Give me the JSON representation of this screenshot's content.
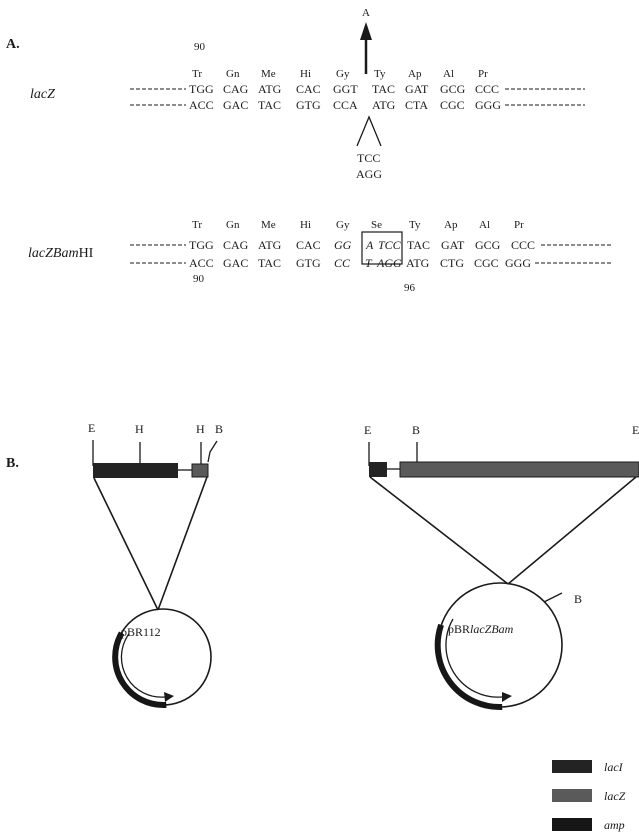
{
  "panel_a": {
    "label": "A.",
    "position_top": "90",
    "mutation_letter": "A",
    "lacz_label": "lacZ",
    "amino_acids": [
      "Tr",
      "Gn",
      "Me",
      "Hi",
      "Gy",
      "Ty",
      "Ap",
      "Al",
      "Pr"
    ],
    "lacz_top_strand": [
      "TGG",
      "CAG",
      "ATG",
      "CAC",
      "GGT",
      "TAC",
      "GAT",
      "GCG",
      "CCC"
    ],
    "lacz_bottom_strand": [
      "ACC",
      "GAC",
      "TAC",
      "GTG",
      "CCA",
      "ATG",
      "CTA",
      "CGC",
      "GGG"
    ],
    "insert_top": "TCC",
    "insert_bottom": "AGG",
    "lacz_bam_label_italic": "lacZBam",
    "lacz_bam_label_roman": "HI",
    "bam_amino_acids": [
      "Tr",
      "Gn",
      "Me",
      "Hi",
      "Gy",
      "Se",
      "Ty",
      "Ap",
      "Al",
      "Pr"
    ],
    "bam_top_strand": [
      "TGG",
      "CAG",
      "ATG",
      "CAC",
      "GG",
      "A",
      "TCC",
      "TAC",
      "GAT",
      "GCG",
      "CCC"
    ],
    "bam_bottom_strand": [
      "ACC",
      "GAC",
      "TAC",
      "GTG",
      "CC",
      "T",
      "AGG",
      "ATG",
      "CTG",
      "CGC",
      "GGG"
    ],
    "position_bottom_left": "90",
    "position_bottom_right": "96"
  },
  "panel_b": {
    "label": "B.",
    "left_sites": [
      "E",
      "H",
      "H",
      "B"
    ],
    "left_plasmid": "pBR112",
    "right_sites": [
      "E",
      "B",
      "E"
    ],
    "right_plasmid_prefix": "pBR",
    "right_plasmid_italic": "lacZBam",
    "right_plasmid_site": "B"
  },
  "legend": [
    {
      "label": "lacI",
      "color": "#232323"
    },
    {
      "label": "lacZ",
      "color": "#5a5a5a"
    },
    {
      "label": "amp",
      "color": "#161616"
    }
  ]
}
